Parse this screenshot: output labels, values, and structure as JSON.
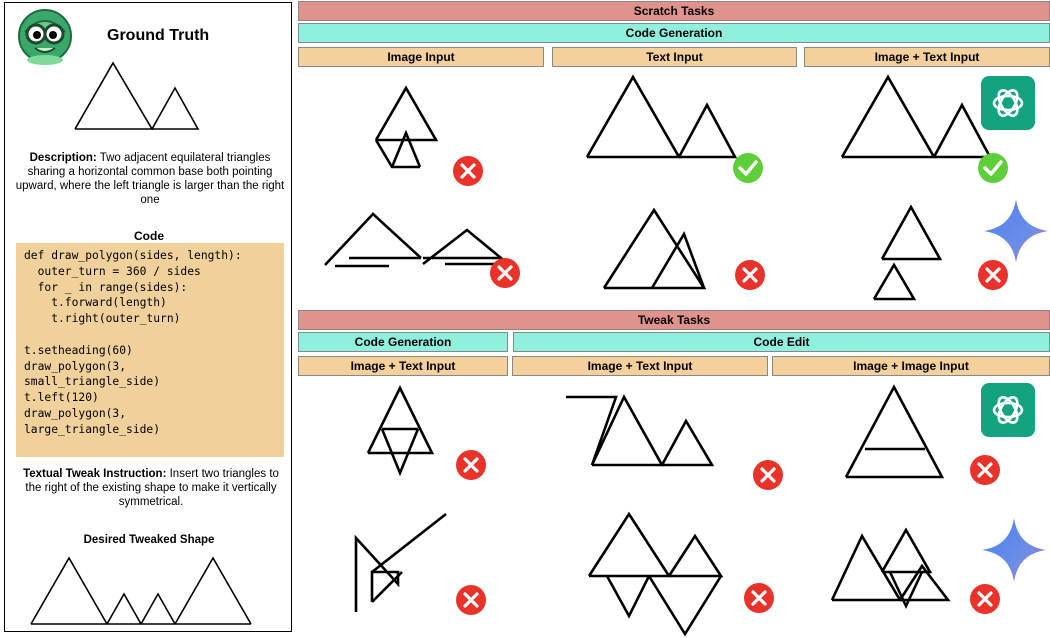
{
  "left_panel": {
    "title": "Ground Truth",
    "description_label": "Description:",
    "description_text": " Two adjacent equilateral triangles sharing a horizontal common base both pointing upward, where the left triangle is larger than the right one",
    "code_title": "Code",
    "code": "def draw_polygon(sides, length):\n  outer_turn = 360 / sides\n  for _ in range(sides):\n    t.forward(length)\n    t.right(outer_turn)\n\nt.setheading(60)\ndraw_polygon(3,\nsmall_triangle_side)\nt.left(120)\ndraw_polygon(3,\nlarge_triangle_side)",
    "tweak_label": "Textual Tweak Instruction:",
    "tweak_text": " Insert two triangles to the right of the existing shape to make it vertically symmetrical.",
    "desired_title": "Desired Tweaked Shape"
  },
  "scratch": {
    "header": "Scratch Tasks",
    "subheader": "Code Generation",
    "columns": [
      "Image Input",
      "Text Input",
      "Image + Text Input"
    ],
    "rows": [
      {
        "model": "chatgpt-icon",
        "results": [
          "wrong",
          "correct",
          "correct"
        ]
      },
      {
        "model": "gemini-icon",
        "results": [
          "wrong",
          "wrong",
          "wrong"
        ]
      }
    ]
  },
  "tweak": {
    "header": "Tweak Tasks",
    "subheaders": [
      "Code Generation",
      "Code Edit"
    ],
    "columns": [
      "Image + Text Input",
      "Image + Text Input",
      "Image + Image Input"
    ],
    "rows": [
      {
        "model": "chatgpt-icon",
        "results": [
          "wrong",
          "wrong",
          "wrong"
        ]
      },
      {
        "model": "gemini-icon",
        "results": [
          "wrong",
          "wrong",
          "wrong"
        ]
      }
    ]
  },
  "colors": {
    "wrong": "#e8322a",
    "correct": "#5ecf3a",
    "chatgpt": "#14a37f",
    "header_red": "#e0928c",
    "header_teal": "#8ff0de",
    "header_tan": "#f4d19c"
  }
}
